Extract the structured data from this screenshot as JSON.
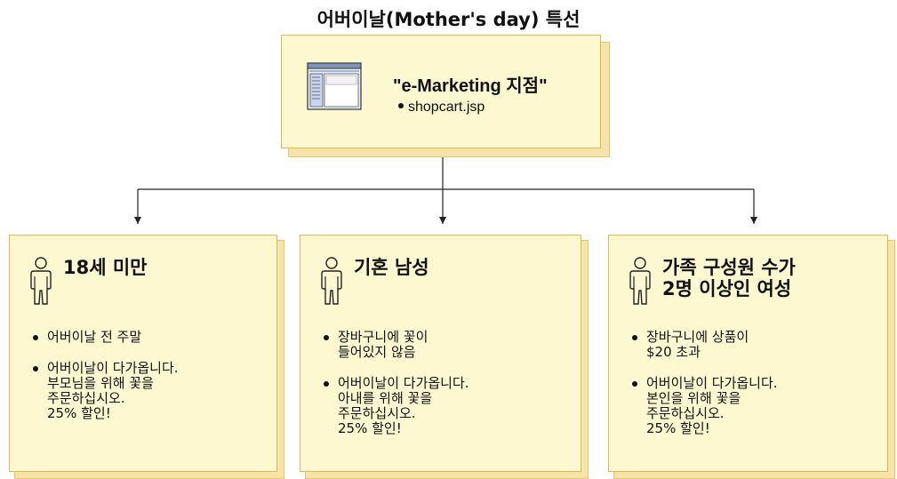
{
  "title": "어버이날(Mother's day) 특선",
  "site": {
    "name": "\"e-Marketing 지점\"",
    "page": "shopcart.jsp",
    "icon": "browser-window-icon"
  },
  "segments": [
    {
      "title_lines": [
        "18세 미만"
      ],
      "icon": "person-icon",
      "bullets": [
        "어버이날 전 주말",
        "어버이날이 다가옵니다.\n부모님을 위해 꽃을\n주문하십시오.\n25% 할인!"
      ]
    },
    {
      "title_lines": [
        "기혼 남성"
      ],
      "icon": "person-icon",
      "bullets": [
        "장바구니에 꽃이\n들어있지 않음",
        "어버이날이 다가옵니다.\n아내를 위해 꽃을\n주문하십시오.\n25% 할인!"
      ]
    },
    {
      "title_lines": [
        "가족 구성원 수가",
        "2명 이상인 여성"
      ],
      "icon": "person-icon",
      "bullets": [
        "장바구니에 상품이\n$20 초과",
        "어버이날이 다가옵니다.\n본인을 위해 꽃을\n주문하십시오.\n25% 할인!"
      ]
    }
  ],
  "colors": {
    "card_fill": "#fdf8cf",
    "card_border": "#e2b855",
    "shadow": "#f6e3a8"
  }
}
